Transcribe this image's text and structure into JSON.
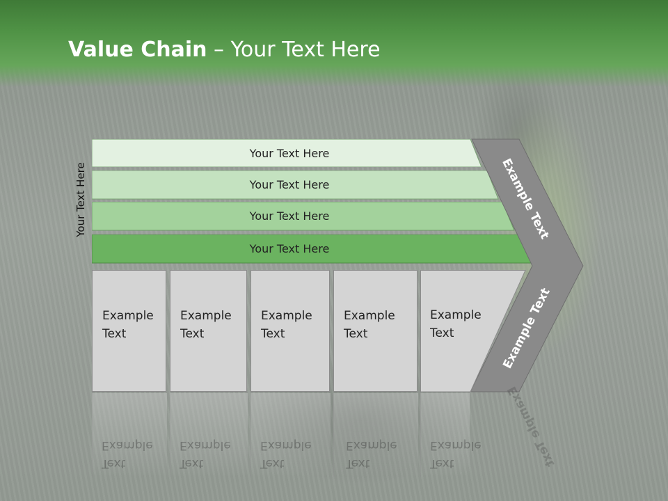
{
  "header": {
    "title_bold": "Value Chain",
    "title_rest": " – Your Text Here"
  },
  "side_label": "Your Text Here",
  "bars": [
    {
      "label": "Your Text Here",
      "color": "#e3f1e1"
    },
    {
      "label": "Your Text Here",
      "color": "#c4e2c0"
    },
    {
      "label": "Your Text Here",
      "color": "#a3d29c"
    },
    {
      "label": "Your Text Here",
      "color": "#6bb360"
    }
  ],
  "columns": [
    {
      "line1": "Example",
      "line2": "Text"
    },
    {
      "line1": "Example",
      "line2": "Text"
    },
    {
      "line1": "Example",
      "line2": "Text"
    },
    {
      "line1": "Example",
      "line2": "Text"
    },
    {
      "line1": "Example",
      "line2": "Text"
    }
  ],
  "chevron": {
    "upper_label": "Example Text",
    "lower_label": "Example Text",
    "color": "#8a8a8a"
  }
}
